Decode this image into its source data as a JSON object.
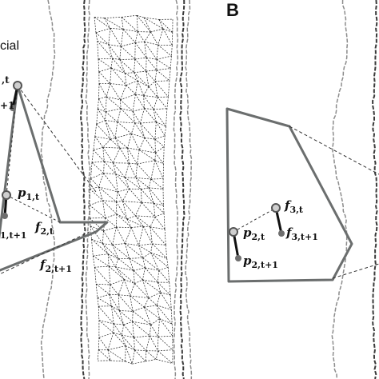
{
  "panel_b_letter": "B",
  "panel_a_word_fragment": "cial",
  "panel_a": {
    "top_label_fragment": ",t",
    "second_label_fragment": "+1",
    "p1t": {
      "base": "p",
      "sub": "1,t"
    },
    "p1t1_fragment": "1,t+1",
    "f2t": {
      "base": "f",
      "sub": "2,t"
    },
    "f2t1": {
      "base": "f",
      "sub": "2,t+1"
    }
  },
  "panel_b": {
    "f3t": {
      "base": "f",
      "sub": "3,t"
    },
    "f3t1": {
      "base": "f",
      "sub": "3,t+1"
    },
    "p2t": {
      "base": "p",
      "sub": "2,t"
    },
    "p2t1": {
      "base": "p",
      "sub": "2,t+1"
    }
  },
  "colors": {
    "polygon_stroke": "#6b6e6e",
    "mesh": "#222222",
    "track_gray": "#8c8c8c",
    "track_dark": "#3a3a3a",
    "node_fill": "#6e6e6e",
    "dashed": "#333333"
  }
}
